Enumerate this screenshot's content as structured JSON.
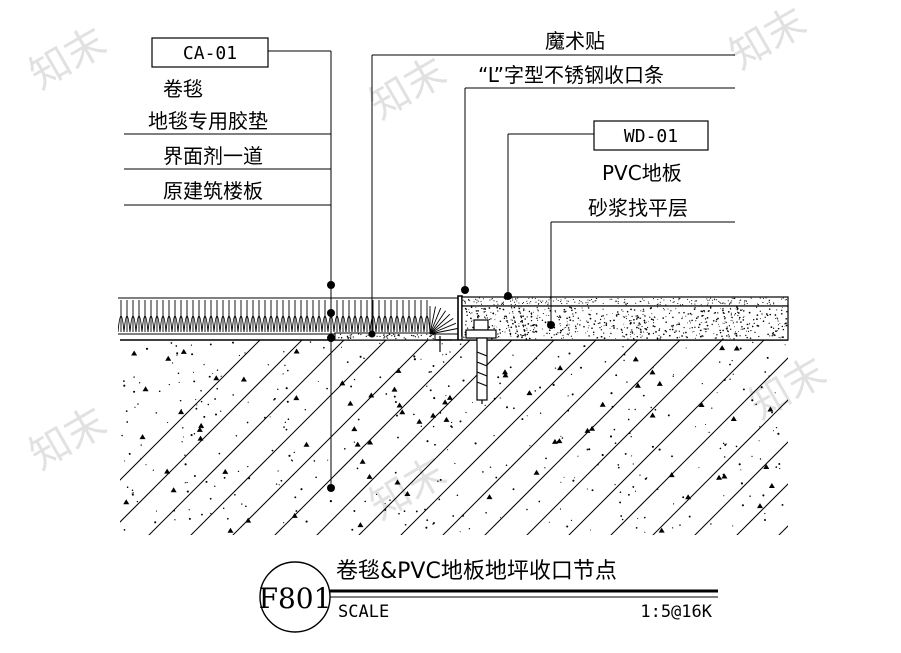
{
  "left_labels": {
    "code": "CA-01",
    "carpet": "卷毯",
    "underlay": "地毯专用胶垫",
    "interface": "界面剂一道",
    "slab": "原建筑楼板"
  },
  "right_labels": {
    "velcro": "魔术贴",
    "trim": "“L”字型不锈钢收口条",
    "code": "WD-01",
    "pvc": "PVC地板",
    "mortar": "砂浆找平层"
  },
  "title_block": {
    "code": "F801",
    "title": "卷毯&PVC地板地坪收口节点",
    "scale_label": "SCALE",
    "scale_value": "1:5@16K"
  },
  "watermark": "知末"
}
